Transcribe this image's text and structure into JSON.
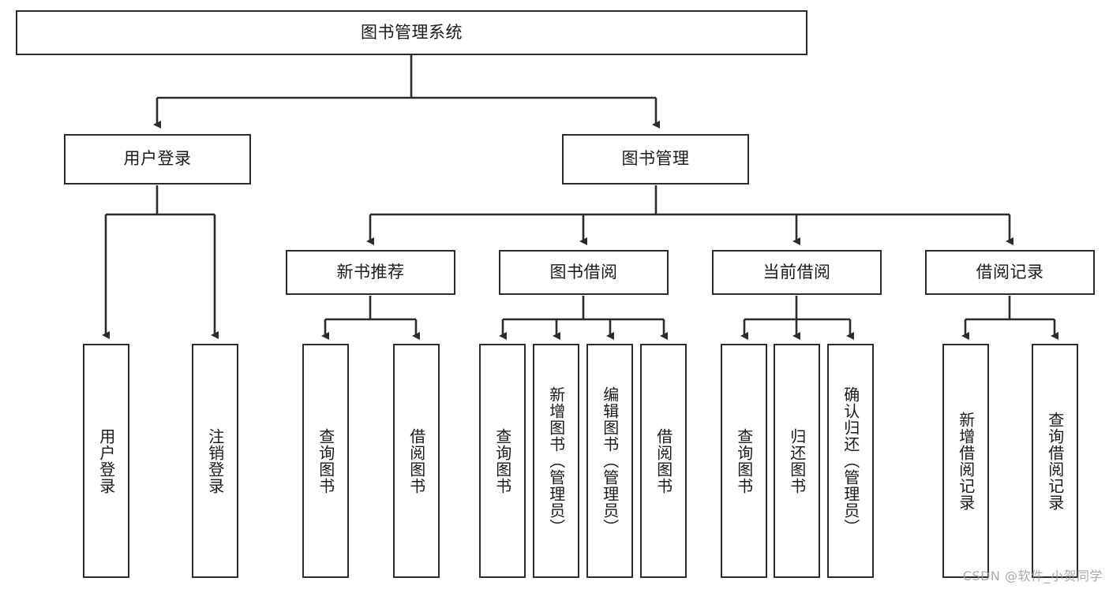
{
  "diagram": {
    "title": "图书管理系统",
    "watermark": "CSDN @软件_小贺同学",
    "colors": {
      "stroke": "#2b2b2b",
      "fill": "#ffffff",
      "text": "#1a1a1a",
      "watermark": "#9a9a9a"
    },
    "levels": {
      "root": {
        "label": "图书管理系统"
      },
      "level2": [
        {
          "label": "用户登录"
        },
        {
          "label": "图书管理"
        }
      ],
      "level3": [
        {
          "label": "新书推荐"
        },
        {
          "label": "图书借阅"
        },
        {
          "label": "当前借阅"
        },
        {
          "label": "借阅记录"
        }
      ],
      "leaves": {
        "user_login": [
          {
            "label": "用户登录"
          },
          {
            "label": "注销登录"
          }
        ],
        "new_book_recommend": [
          {
            "label": "查询图书"
          },
          {
            "label": "借阅图书"
          }
        ],
        "book_borrow": [
          {
            "label": "查询图书"
          },
          {
            "label": "新增图书（管理员）"
          },
          {
            "label": "编辑图书（管理员）"
          },
          {
            "label": "借阅图书"
          }
        ],
        "current_borrow": [
          {
            "label": "查询图书"
          },
          {
            "label": "归还图书"
          },
          {
            "label": "确认归还（管理员）"
          }
        ],
        "borrow_record": [
          {
            "label": "新增借阅记录"
          },
          {
            "label": "查询借阅记录"
          }
        ]
      }
    }
  }
}
